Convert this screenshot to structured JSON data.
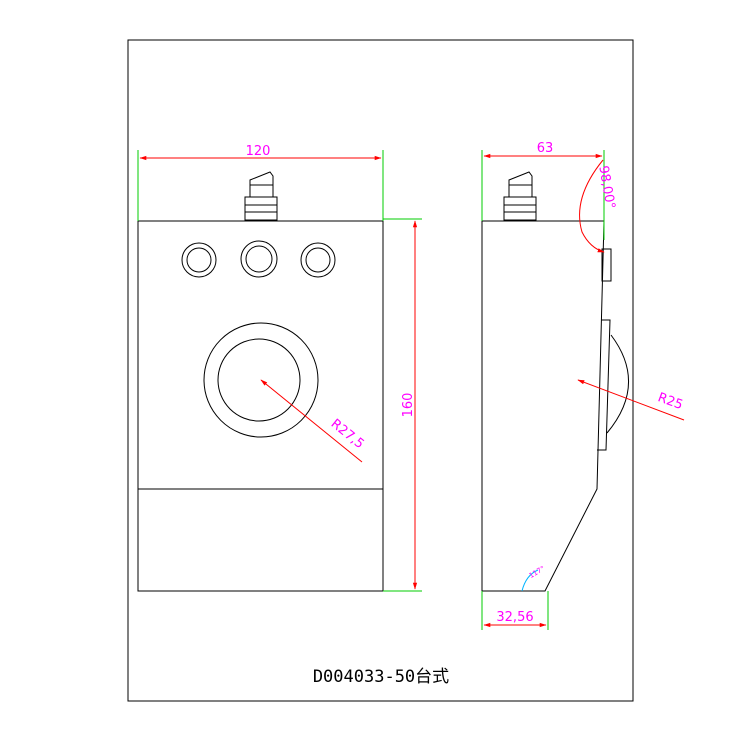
{
  "drawing": {
    "title": "D004033-50台式",
    "front_view": {
      "width_label": "120",
      "height_label": "160",
      "trackball_radius_label": "R27,5"
    },
    "side_view": {
      "depth_label": "63",
      "angle_label": "98,00°",
      "ball_radius_label": "R25",
      "base_depth_label": "32,56",
      "base_angle_label": "117°"
    }
  },
  "colors": {
    "outline": "#000000",
    "dimension_line": "#ff0000",
    "dimension_text": "#ff00ff",
    "extension_line": "#00cc00",
    "angle_arc": "#00b4ff"
  }
}
